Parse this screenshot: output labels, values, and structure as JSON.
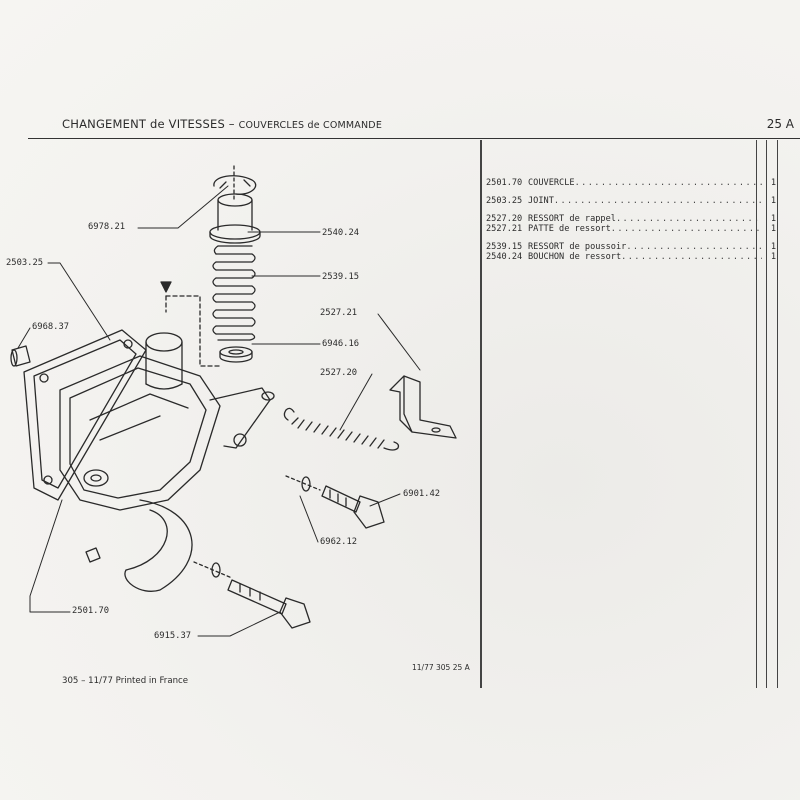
{
  "header": {
    "title_main": "CHANGEMENT de VITESSES",
    "title_sep": " – ",
    "title_sub": "COUVERCLES de COMMANDE",
    "page_number": "25 A"
  },
  "parts": [
    {
      "ref": "2501.70",
      "desc": "COUVERCLE",
      "qty": "1",
      "group": 1
    },
    {
      "ref": "2503.25",
      "desc": "JOINT",
      "qty": "1",
      "group": 2
    },
    {
      "ref": "2527.20",
      "desc": "RESSORT de rappel",
      "qty": "1",
      "group": 3
    },
    {
      "ref": "2527.21",
      "desc": "PATTE de ressort",
      "qty": "1",
      "group": 3
    },
    {
      "ref": "2539.15",
      "desc": "RESSORT de poussoir",
      "qty": "1",
      "group": 4
    },
    {
      "ref": "2540.24",
      "desc": "BOUCHON de ressort",
      "qty": "1",
      "group": 4
    }
  ],
  "callouts": {
    "c6978_21": "6978.21",
    "c2540_24": "2540.24",
    "c2503_25": "2503.25",
    "c2539_15": "2539.15",
    "c6968_37": "6968.37",
    "c2527_21": "2527.21",
    "c6946_16": "6946.16",
    "c2527_20": "2527.20",
    "c6901_42": "6901.42",
    "c6962_12": "6962.12",
    "c2501_70": "2501.70",
    "c6915_37": "6915.37"
  },
  "footer": {
    "left": "305 – 11/77  Printed in France",
    "imprint": "11/77  305  25 A"
  }
}
